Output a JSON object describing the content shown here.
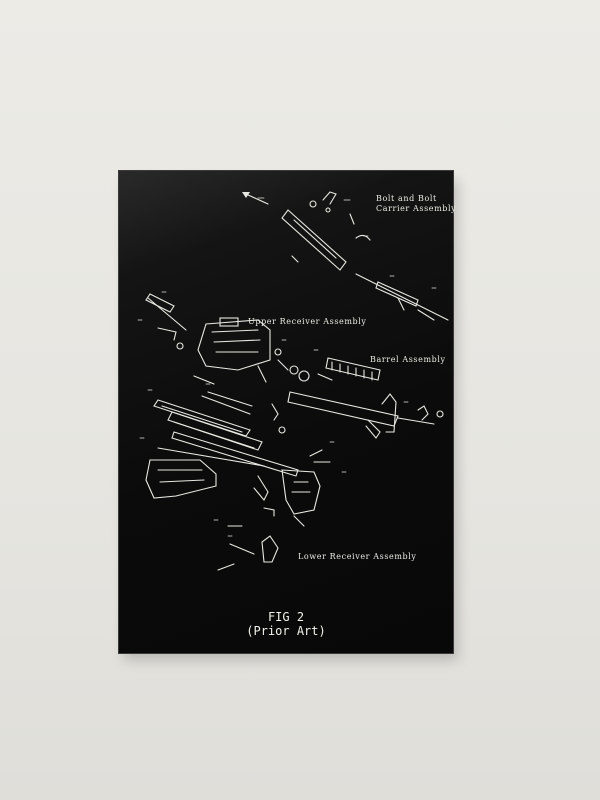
{
  "labels": {
    "bolt": "Bolt and Bolt Carrier Assembly",
    "upper": "Upper Receiver Assembly",
    "barrel": "Barrel Assembly",
    "lower": "Lower Receiver Assembly"
  },
  "caption": {
    "line1": "FIG 2",
    "line2": "(Prior Art)"
  },
  "colors": {
    "wall": "#ecebe6",
    "poster": "#0b0b0b",
    "line_art": "#e8e8e2"
  }
}
